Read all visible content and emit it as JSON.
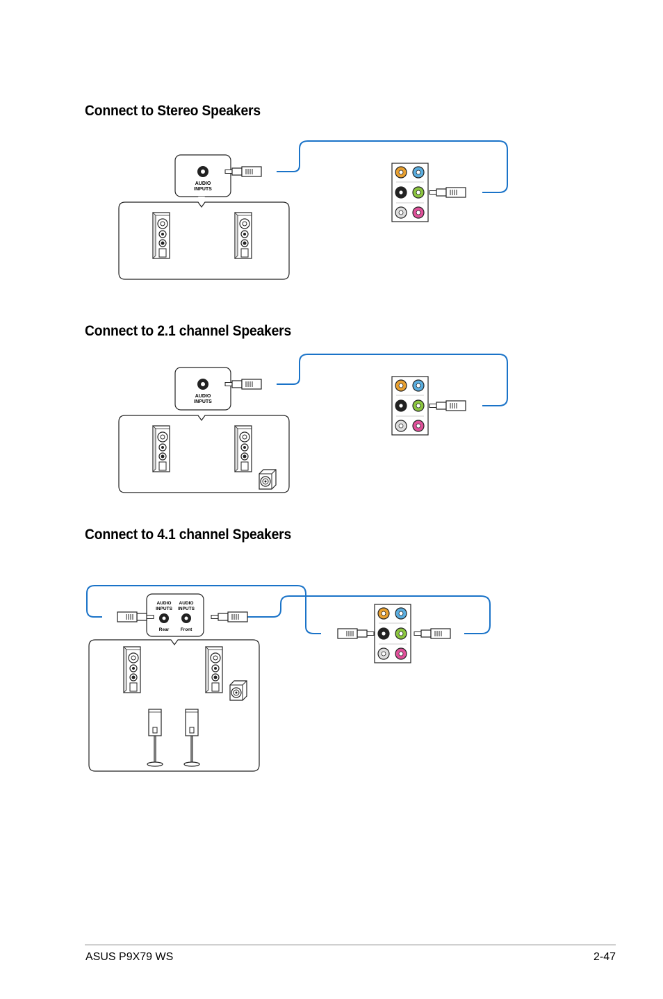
{
  "sections": [
    {
      "title": "Connect to Stereo Speakers"
    },
    {
      "title": "Connect to 2.1 channel Speakers"
    },
    {
      "title": "Connect to 4.1 channel Speakers"
    }
  ],
  "labels": {
    "audio": "AUDIO",
    "inputs": "INPUTS",
    "rear": "Rear",
    "front": "Front"
  },
  "colors": {
    "cable": "#1a73c8",
    "jack_orange": "#e8a030",
    "jack_blue": "#5aaee0",
    "jack_black": "#222222",
    "jack_green": "#8cc63f",
    "jack_gray": "#dddddd",
    "jack_pink": "#e0509a"
  },
  "footer": {
    "product": "ASUS P9X79 WS",
    "page": "2-47"
  }
}
